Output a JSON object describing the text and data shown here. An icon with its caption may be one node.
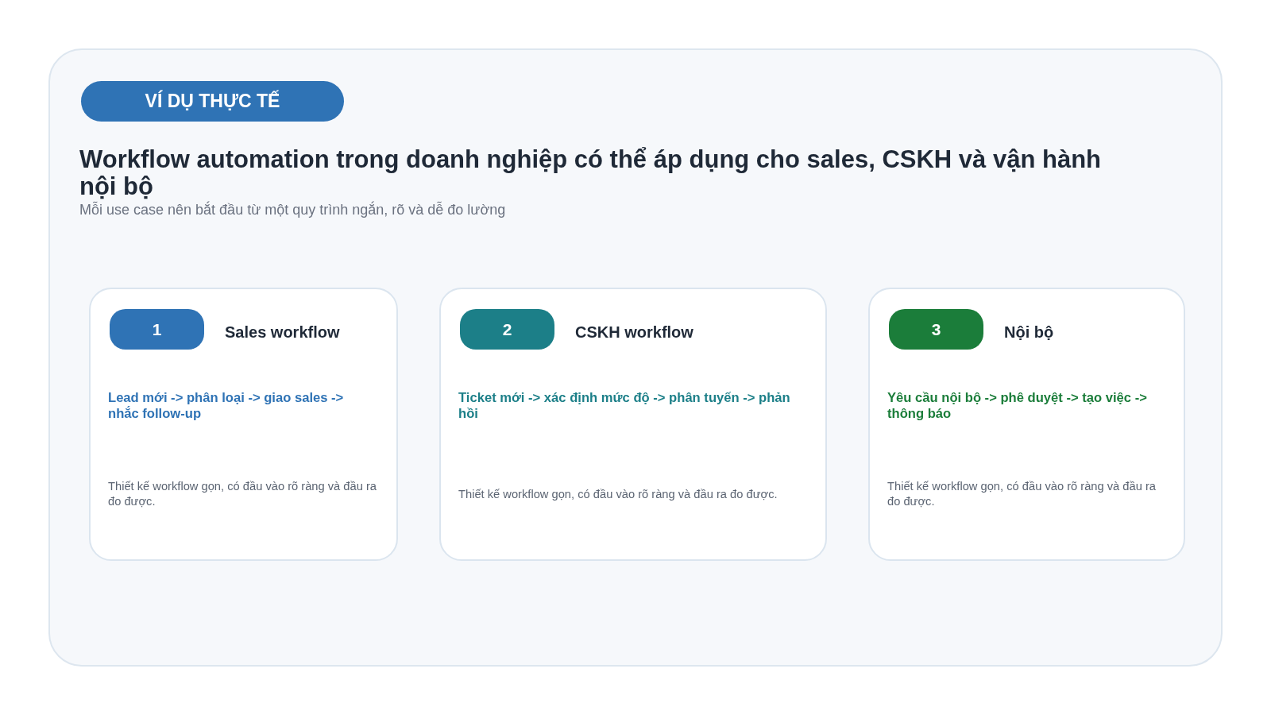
{
  "diagram": {
    "nodes": [
      {
        "text": [
          "Workflow automation trong doanh nghiệp có thể áp dụng cho sales, CSKH và vận hành nội bộ",
          "Mỗi use case nên bắt đầu từ một quy trình ngắn, rõ và dễ đo lường"
        ]
      },
      {
        "text": [
          "VÍ DỤ THỰC TẾ"
        ],
        "in": 0
      },
      {
        "text": [
          "Sales workflow",
          "Lead mới -> phân loại -> giao sales -> nhắc follow-up",
          "Thiết kế workflow gọn, có đầu vào rõ ràng và đầu ra đo được."
        ],
        "in": 0
      },
      {
        "text": [
          "1"
        ],
        "in": 2
      },
      {
        "text": [
          "CSKH workflow",
          "Ticket mới -> xác định mức độ -> phân tuyến -> phản hồi",
          "Thiết kế workflow gọn, có đầu vào rõ ràng và đầu ra đo được."
        ],
        "in": 0
      },
      {
        "text": [
          "2"
        ],
        "in": 4
      },
      {
        "text": [
          "Nội bộ",
          "Yêu cầu nội bộ -> phê duyệt -> tạo việc -> thông báo",
          "Thiết kế workflow gọn, có đầu vào rõ ràng và đầu ra đo được."
        ],
        "in": 0
      },
      {
        "text": [
          "3"
        ],
        "in": 6
      }
    ]
  }
}
